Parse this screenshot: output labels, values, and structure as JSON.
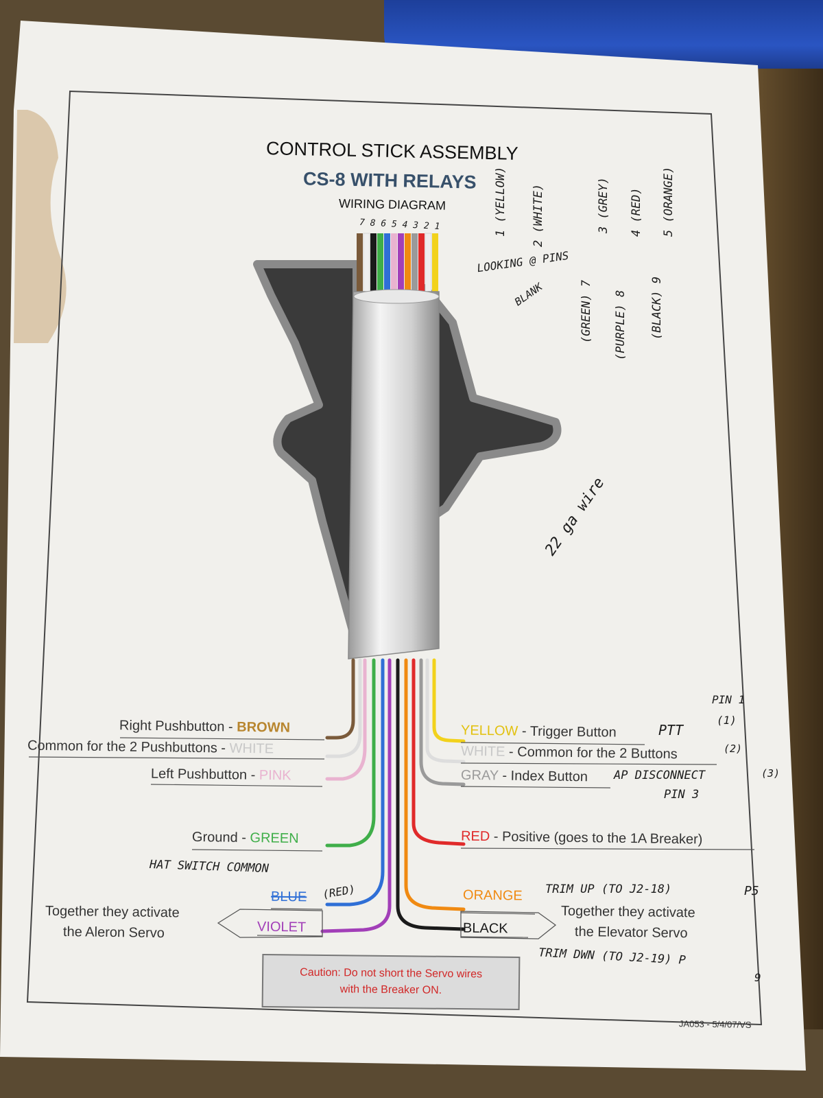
{
  "header": {
    "title": "CONTROL STICK ASSEMBLY",
    "subtitle": "CS-8 WITH RELAYS",
    "subsubtitle": "WIRING DIAGRAM"
  },
  "left_labels": {
    "brown": {
      "text": "Right Pushbutton - ",
      "color_name": "BROWN",
      "color": "#7a5a3a"
    },
    "white": {
      "text": "Common for the 2 Pushbuttons - ",
      "color_name": "WHITE",
      "color": "#e6e6e6"
    },
    "pink": {
      "text": "Left Pushbutton - ",
      "color_name": "PINK",
      "color": "#e9b3d0"
    },
    "green": {
      "text": "Ground - ",
      "color_name": "GREEN",
      "color": "#3fae49"
    },
    "blue": {
      "color_name": "BLUE",
      "color": "#2f6fd6"
    },
    "violet": {
      "color_name": "VIOLET",
      "color": "#a23fb8"
    }
  },
  "right_labels": {
    "yellow": {
      "color_name": "YELLOW",
      "text": " - Trigger Button",
      "color": "#f2d21c"
    },
    "white": {
      "color_name": "WHITE",
      "text": " - Common for the 2 Buttons",
      "color": "#e6e6e6"
    },
    "gray": {
      "color_name": "GRAY",
      "text": " - Index Button",
      "color": "#9a9a9a"
    },
    "red": {
      "color_name": "RED",
      "text": " - Positive (goes to the 1A Breaker)",
      "color": "#e02a2a"
    },
    "orange": {
      "color_name": "ORANGE",
      "color": "#f08a12"
    },
    "black": {
      "color_name": "BLACK",
      "color": "#1a1a1a"
    }
  },
  "servo": {
    "aileron_line1": "Together they activate",
    "aileron_line2": "the Aleron Servo",
    "elevator_line1": "Together they activate",
    "elevator_line2": "the Elevator Servo"
  },
  "caution": {
    "line1": "Caution:  Do not short the Servo wires",
    "line2": "with the Breaker ON."
  },
  "doc_ref": "JA053 - 5/4/07/VS",
  "handwritten": {
    "pin_notes": [
      "1 (YELLOW)",
      "2 (WHITE)",
      "3 (GREY)",
      "4 (RED)",
      "5 (ORANGE)"
    ],
    "looking": "LOOKING @ PINS",
    "blank": "BLANK",
    "pin_notes_lower": [
      "(GREEN) 7",
      "(PURPLE) 8",
      "(BLACK) 9"
    ],
    "wire_gauge": "22 ga wire",
    "ptt": "PTT",
    "pin1": "PIN 1",
    "pin1_num": "(1)",
    "white_num": "(2)",
    "ap_disconnect": "AP DISCONNECT",
    "pin3": "PIN 3",
    "gray_num": "(3)",
    "hat_switch": "HAT SWITCH COMMON",
    "red_note": "(RED)",
    "trim_up": "TRIM UP (TO J2-18)",
    "trim_up_pin": "P5",
    "trim_down": "TRIM DWN (TO J2-19) P",
    "trim_down_pin": "9",
    "top_pins": "7 8 6 5 4 3 2 1"
  }
}
